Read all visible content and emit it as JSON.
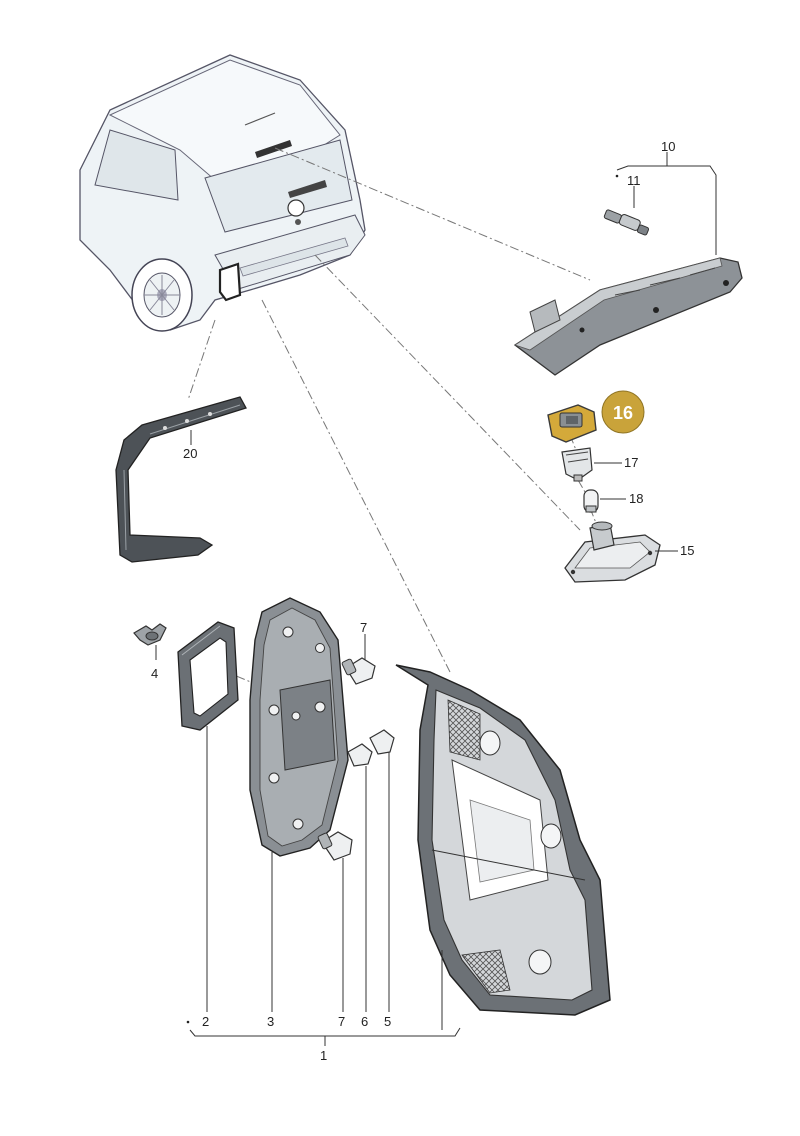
{
  "labels": {
    "p1": "1",
    "p2": "2",
    "p3": "3",
    "p4": "4",
    "p5": "5",
    "p6": "6",
    "p7a": "7",
    "p7b": "7",
    "p10": "10",
    "p11": "11",
    "p15": "15",
    "p16": "16",
    "p17": "17",
    "p18": "18",
    "p20": "20"
  },
  "colors": {
    "highlight_badge": "#c9a33a",
    "highlight_part": "#d4a93a",
    "car_body": "#eef3f6",
    "part_dark": "#6e7378",
    "part_mid": "#a7acb0",
    "part_light": "#d6d9dc"
  }
}
